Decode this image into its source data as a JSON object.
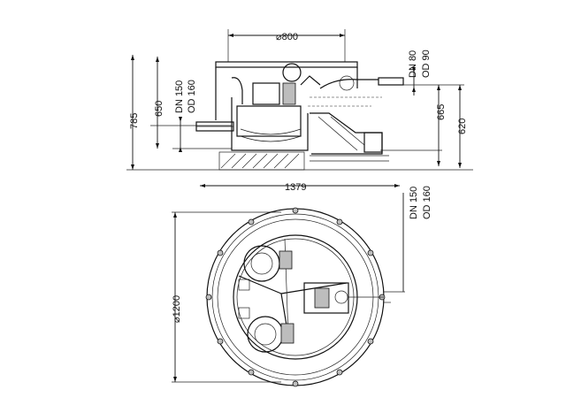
{
  "labels": {
    "top_width": "⌀800",
    "pipe_top_dn": "DN 80",
    "pipe_top_od": "OD 90",
    "inlet_dn": "DN 150",
    "inlet_od": "OD 160",
    "height_total": "785",
    "height_inlet": "650",
    "height_right_inner": "665",
    "height_right_outer": "620",
    "width_total": "1379",
    "plan_dn": "DN 150",
    "plan_od": "OD 160",
    "plan_diameter": "⌀1200"
  }
}
